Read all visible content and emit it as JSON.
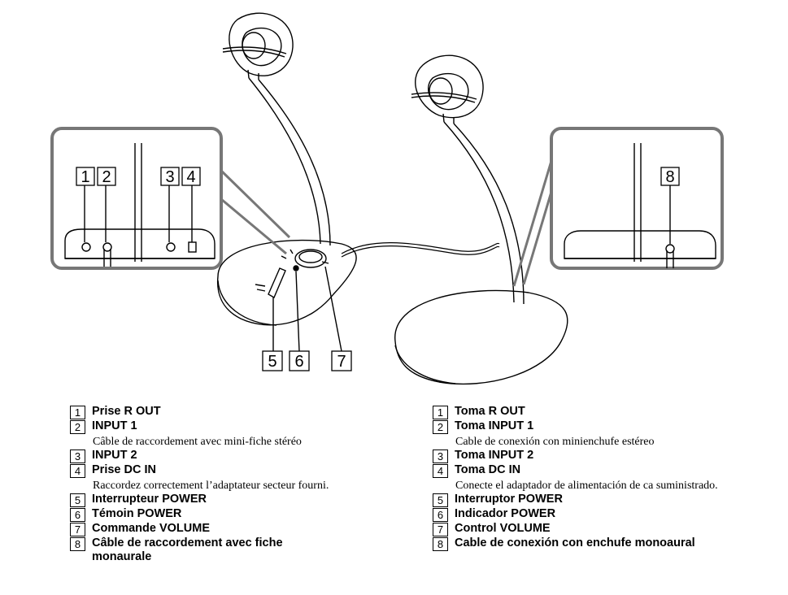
{
  "callouts": {
    "left_panel": [
      "1",
      "2",
      "3",
      "4"
    ],
    "right_panel": [
      "8"
    ],
    "bottom": [
      "5",
      "6",
      "7"
    ]
  },
  "legend_fr": {
    "items": [
      {
        "num": "1",
        "title": "Prise R OUT",
        "desc": ""
      },
      {
        "num": "2",
        "title": "INPUT 1",
        "desc": "Câble de raccordement avec mini-fiche stéréo"
      },
      {
        "num": "3",
        "title": "INPUT 2",
        "desc": ""
      },
      {
        "num": "4",
        "title": "Prise DC IN",
        "desc": "Raccordez correctement l’adaptateur secteur fourni."
      },
      {
        "num": "5",
        "title": "Interrupteur POWER",
        "desc": ""
      },
      {
        "num": "6",
        "title": "Témoin POWER",
        "desc": ""
      },
      {
        "num": "7",
        "title": "Commande VOLUME",
        "desc": ""
      },
      {
        "num": "8",
        "title": "Câble de raccordement avec fiche monaurale",
        "desc": ""
      }
    ]
  },
  "legend_es": {
    "items": [
      {
        "num": "1",
        "title": "Toma R OUT",
        "desc": ""
      },
      {
        "num": "2",
        "title": "Toma INPUT 1",
        "desc": "Cable de conexión con minienchufe estéreo"
      },
      {
        "num": "3",
        "title": "Toma INPUT 2",
        "desc": ""
      },
      {
        "num": "4",
        "title": "Toma DC IN",
        "desc": "Conecte el adaptador de alimentación de ca suministrado."
      },
      {
        "num": "5",
        "title": "Interruptor POWER",
        "desc": ""
      },
      {
        "num": "6",
        "title": "Indicador POWER",
        "desc": ""
      },
      {
        "num": "7",
        "title": "Control VOLUME",
        "desc": ""
      },
      {
        "num": "8",
        "title": "Cable de conexión con enchufe monoaural",
        "desc": ""
      }
    ]
  }
}
